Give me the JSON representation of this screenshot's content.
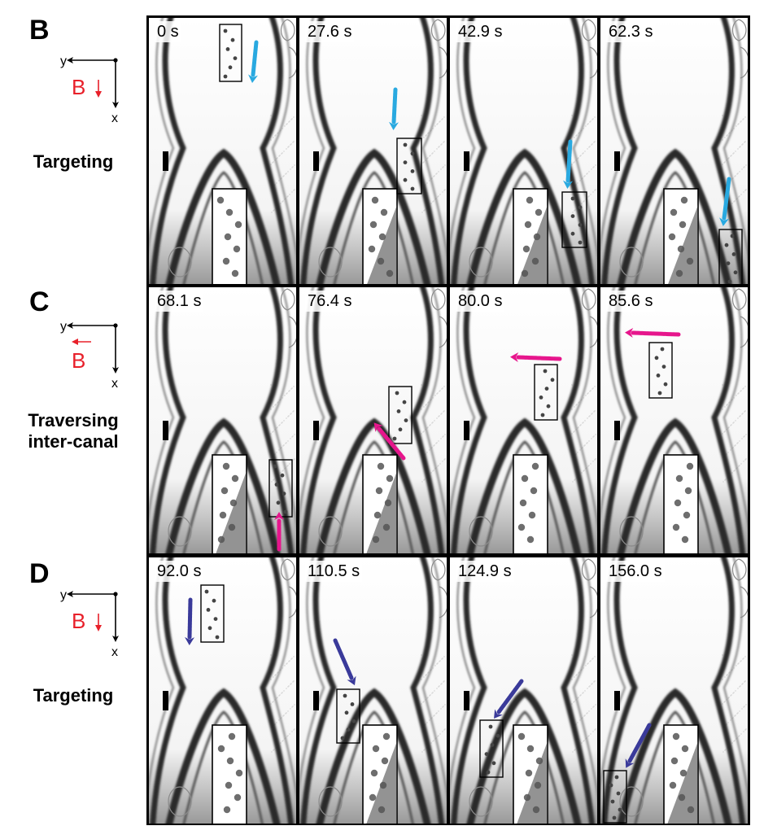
{
  "figure": {
    "rows": [
      {
        "letter": "B",
        "caption_lines": [
          "Targeting"
        ],
        "axis_y_label": "y",
        "axis_x_label": "x",
        "field_label": "B",
        "field_direction": "down",
        "arrow_color": "#29a9e0",
        "times": [
          "0 s",
          "27.6 s",
          "42.9 s",
          "62.3 s"
        ]
      },
      {
        "letter": "C",
        "caption_lines": [
          "Traversing",
          "inter-canal"
        ],
        "axis_y_label": "y",
        "axis_x_label": "x",
        "field_label": "B",
        "field_direction": "left",
        "arrow_color": "#e6168c",
        "times": [
          "68.1 s",
          "76.4 s",
          "80.0 s",
          "85.6 s"
        ]
      },
      {
        "letter": "D",
        "caption_lines": [
          "Targeting"
        ],
        "axis_y_label": "y",
        "axis_x_label": "x",
        "field_label": "B",
        "field_direction": "down",
        "arrow_color": "#3a3a9a",
        "times": [
          "92.0 s",
          "110.5 s",
          "124.9 s",
          "156.0 s"
        ]
      }
    ],
    "field_color": "#e8202a"
  }
}
